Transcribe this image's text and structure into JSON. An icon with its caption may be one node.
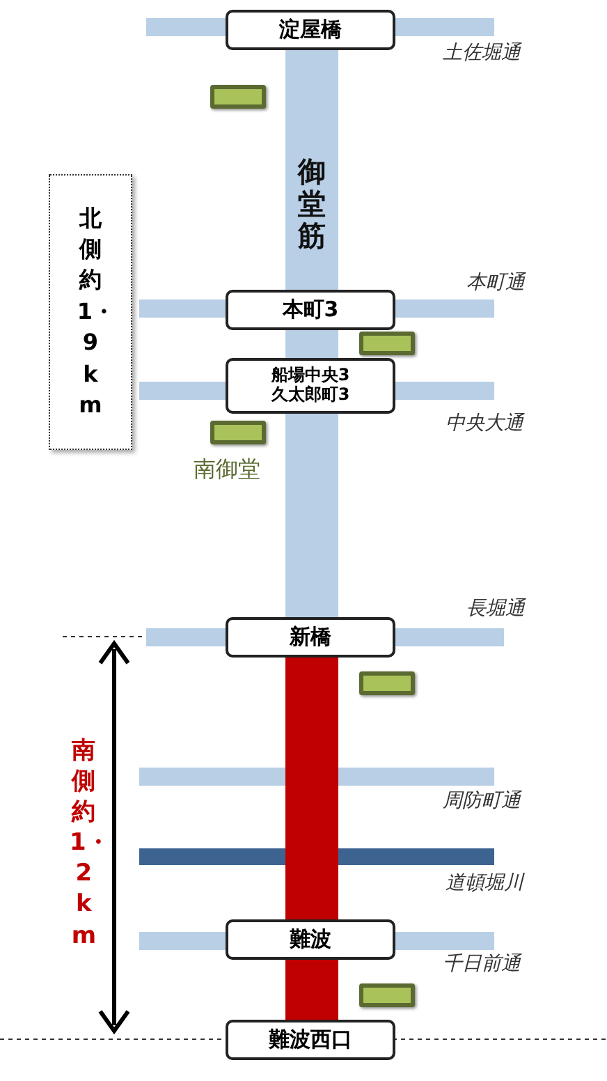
{
  "diagram": {
    "nodes": [
      {
        "text": [
          "淀屋橋"
        ]
      },
      {
        "text": [],
        "shape": "box"
      },
      {
        "text": [
          "御堂筋"
        ]
      },
      {
        "text": [
          "北側約1・9km"
        ]
      },
      {
        "text": [
          "本町3"
        ]
      },
      {
        "text": [],
        "shape": "box"
      },
      {
        "text": [
          "船場中央3久太郎町3"
        ]
      },
      {
        "text": [],
        "shape": "box",
        "beside": [
          "南御堂"
        ]
      },
      {
        "text": [
          "新橋"
        ]
      },
      {
        "text": [],
        "shape": "box"
      },
      {
        "text": [
          "難波"
        ]
      },
      {
        "text": [],
        "shape": "box"
      },
      {
        "text": [
          "難波西口"
        ]
      }
    ],
    "edges": [],
    "labels": [
      "土佐堀通",
      "本町通",
      "中央大通",
      "長堀通",
      "南側約1・2km",
      "周防町通",
      "道頓堀川",
      "千日前通"
    ]
  }
}
